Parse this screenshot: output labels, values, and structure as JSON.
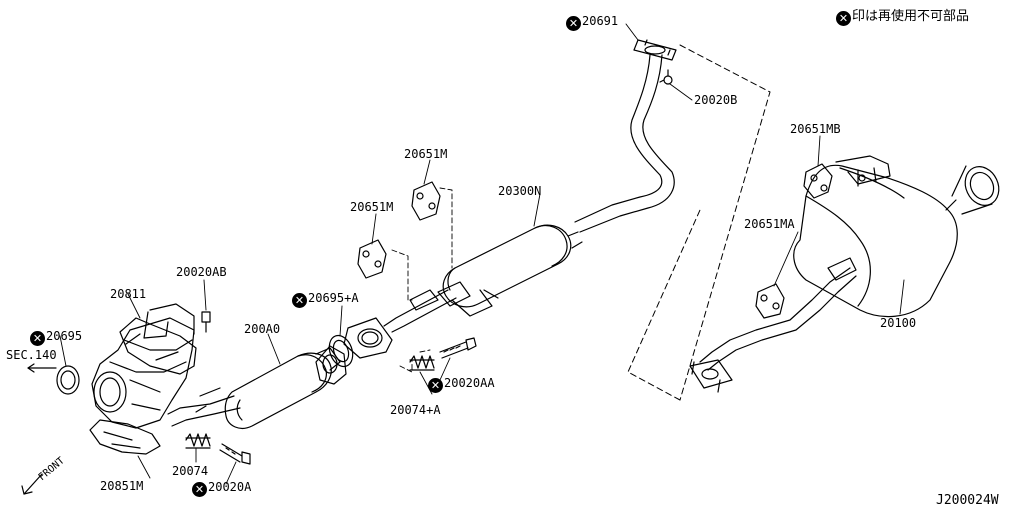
{
  "legend": {
    "mark": "✕",
    "text": "印は再使用不可部品"
  },
  "diagram_code": "J200024W",
  "labels": {
    "p20691": "20691",
    "p20020b": "20020B",
    "p20651mb": "20651MB",
    "p20651ma": "20651MA",
    "p20100": "20100",
    "p20651m_upper": "20651M",
    "p20651m_lower": "20651M",
    "p20300n": "20300N",
    "p20695a": "20695+A",
    "p200a0": "200A0",
    "p20020ab": "20020AB",
    "p20811": "20811",
    "p20695": "20695",
    "sec140": "SEC.140",
    "p20074a": "20074+A",
    "p20020aa": "20020AA",
    "p20074": "20074",
    "p20851m": "20851M",
    "p20020a": "20020A",
    "front": "FRONT"
  },
  "marks": {
    "x": "✕"
  }
}
